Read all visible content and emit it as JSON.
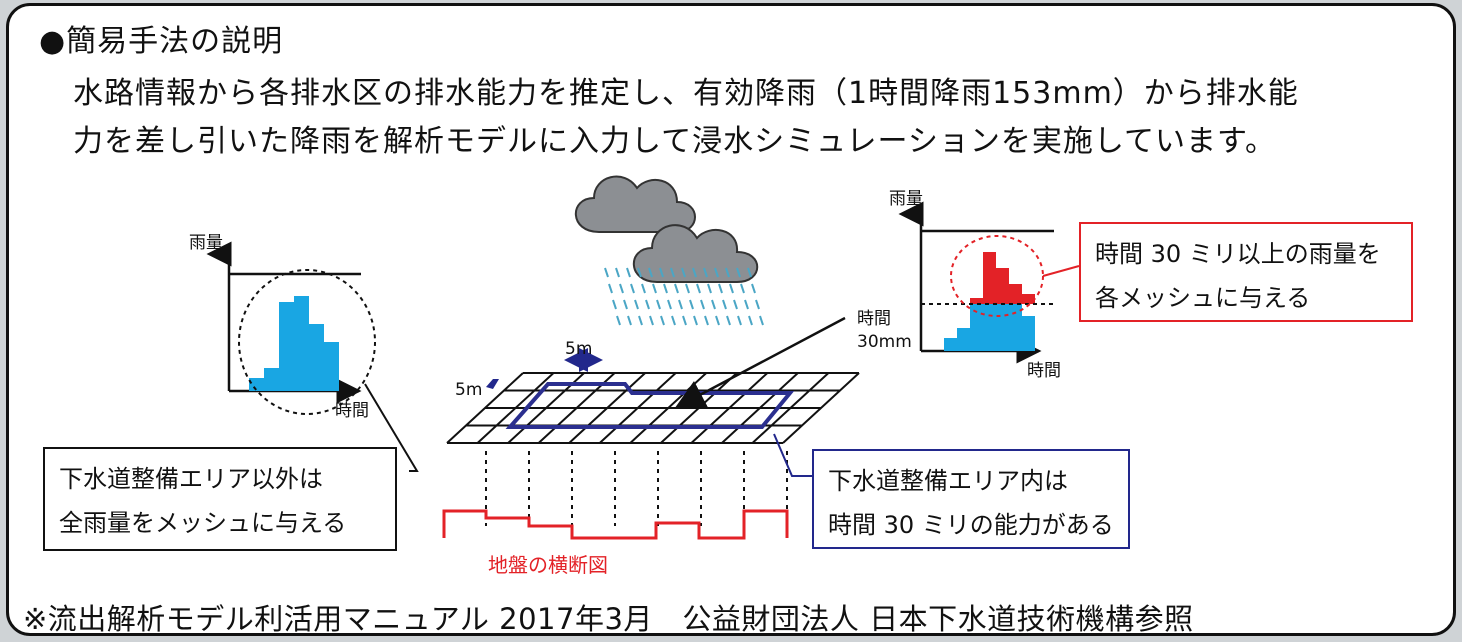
{
  "heading": "●簡易手法の説明",
  "description": {
    "line1": "水路情報から各排水区の排水能力を推定し、有効降雨（1時間降雨153mm）から排水能",
    "line2": "力を差し引いた降雨を解析モデルに入力して浸水シミュレーションを実施しています。"
  },
  "left_chart": {
    "ylabel": "雨量",
    "xlabel": "時間"
  },
  "right_chart": {
    "ylabel": "雨量",
    "xlabel": "時間",
    "threshold_label_1": "時間",
    "threshold_label_2": "30mm"
  },
  "grid": {
    "width_label": "5m",
    "depth_label": "5m"
  },
  "callouts": {
    "outside": {
      "line1": "下水道整備エリア以外は",
      "line2": "全雨量をメッシュに与える"
    },
    "inside": {
      "line1": "下水道整備エリア内は",
      "line2": "時間 30 ミリの能力がある"
    },
    "excess": {
      "line1": "時間 30 ミリ以上の雨量を",
      "line2": "各メッシュに与える"
    }
  },
  "cross_section_label": "地盤の横断図",
  "footnote": "※流出解析モデル利活用マニュアル 2017年3月　公益財団法人 日本下水道技術機構参照",
  "colors": {
    "rain_blue": "#19a6e3",
    "excess_red": "#e32227",
    "sewer_area": "#2b2f8f",
    "ground_line": "#e32227",
    "cloud": "#8c8f93"
  }
}
